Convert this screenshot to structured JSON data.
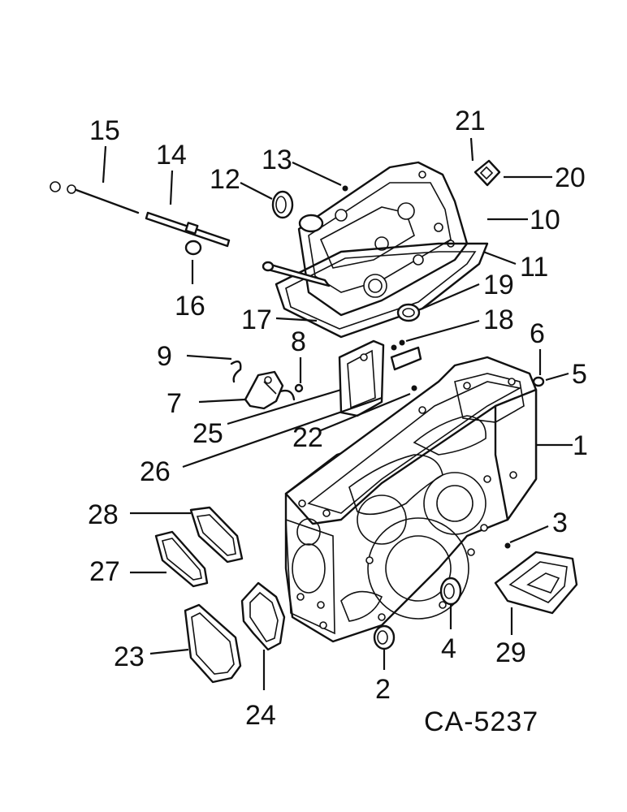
{
  "diagram": {
    "drawing_number": "CA-5237",
    "callouts": [
      "1",
      "2",
      "3",
      "4",
      "5",
      "6",
      "7",
      "8",
      "9",
      "10",
      "11",
      "12",
      "13",
      "14",
      "15",
      "16",
      "17",
      "18",
      "19",
      "20",
      "21",
      "22",
      "23",
      "24",
      "25",
      "26",
      "27",
      "28",
      "29"
    ]
  }
}
